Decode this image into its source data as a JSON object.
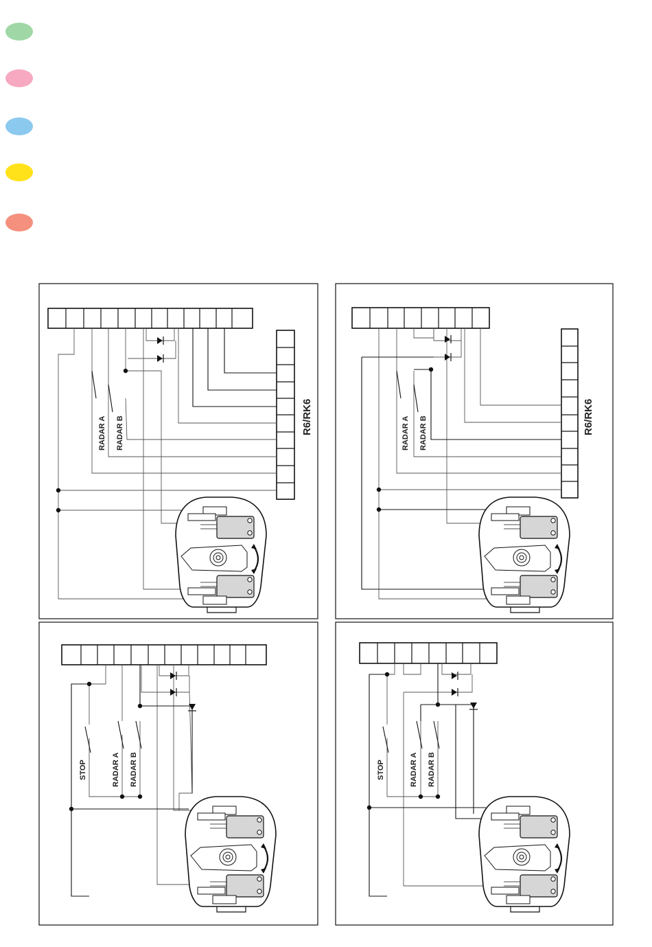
{
  "color_dots": [
    {
      "color": "#9fd7a6"
    },
    {
      "color": "#f6a9c0"
    },
    {
      "color": "#8cc9ee"
    },
    {
      "color": "#ffe21a"
    },
    {
      "color": "#f4907d"
    }
  ],
  "panels": [
    {
      "labels": {
        "radar_a": "RADAR A",
        "radar_b": "RADAR B",
        "receiver": "R6/RK6"
      }
    },
    {
      "labels": {
        "radar_a": "RADAR A",
        "radar_b": "RADAR B",
        "receiver": "R6/RK6"
      }
    },
    {
      "labels": {
        "stop": "STOP",
        "radar_a": "RADAR A",
        "radar_b": "RADAR B"
      }
    },
    {
      "labels": {
        "stop": "STOP",
        "radar_a": "RADAR A",
        "radar_b": "RADAR B"
      }
    }
  ]
}
